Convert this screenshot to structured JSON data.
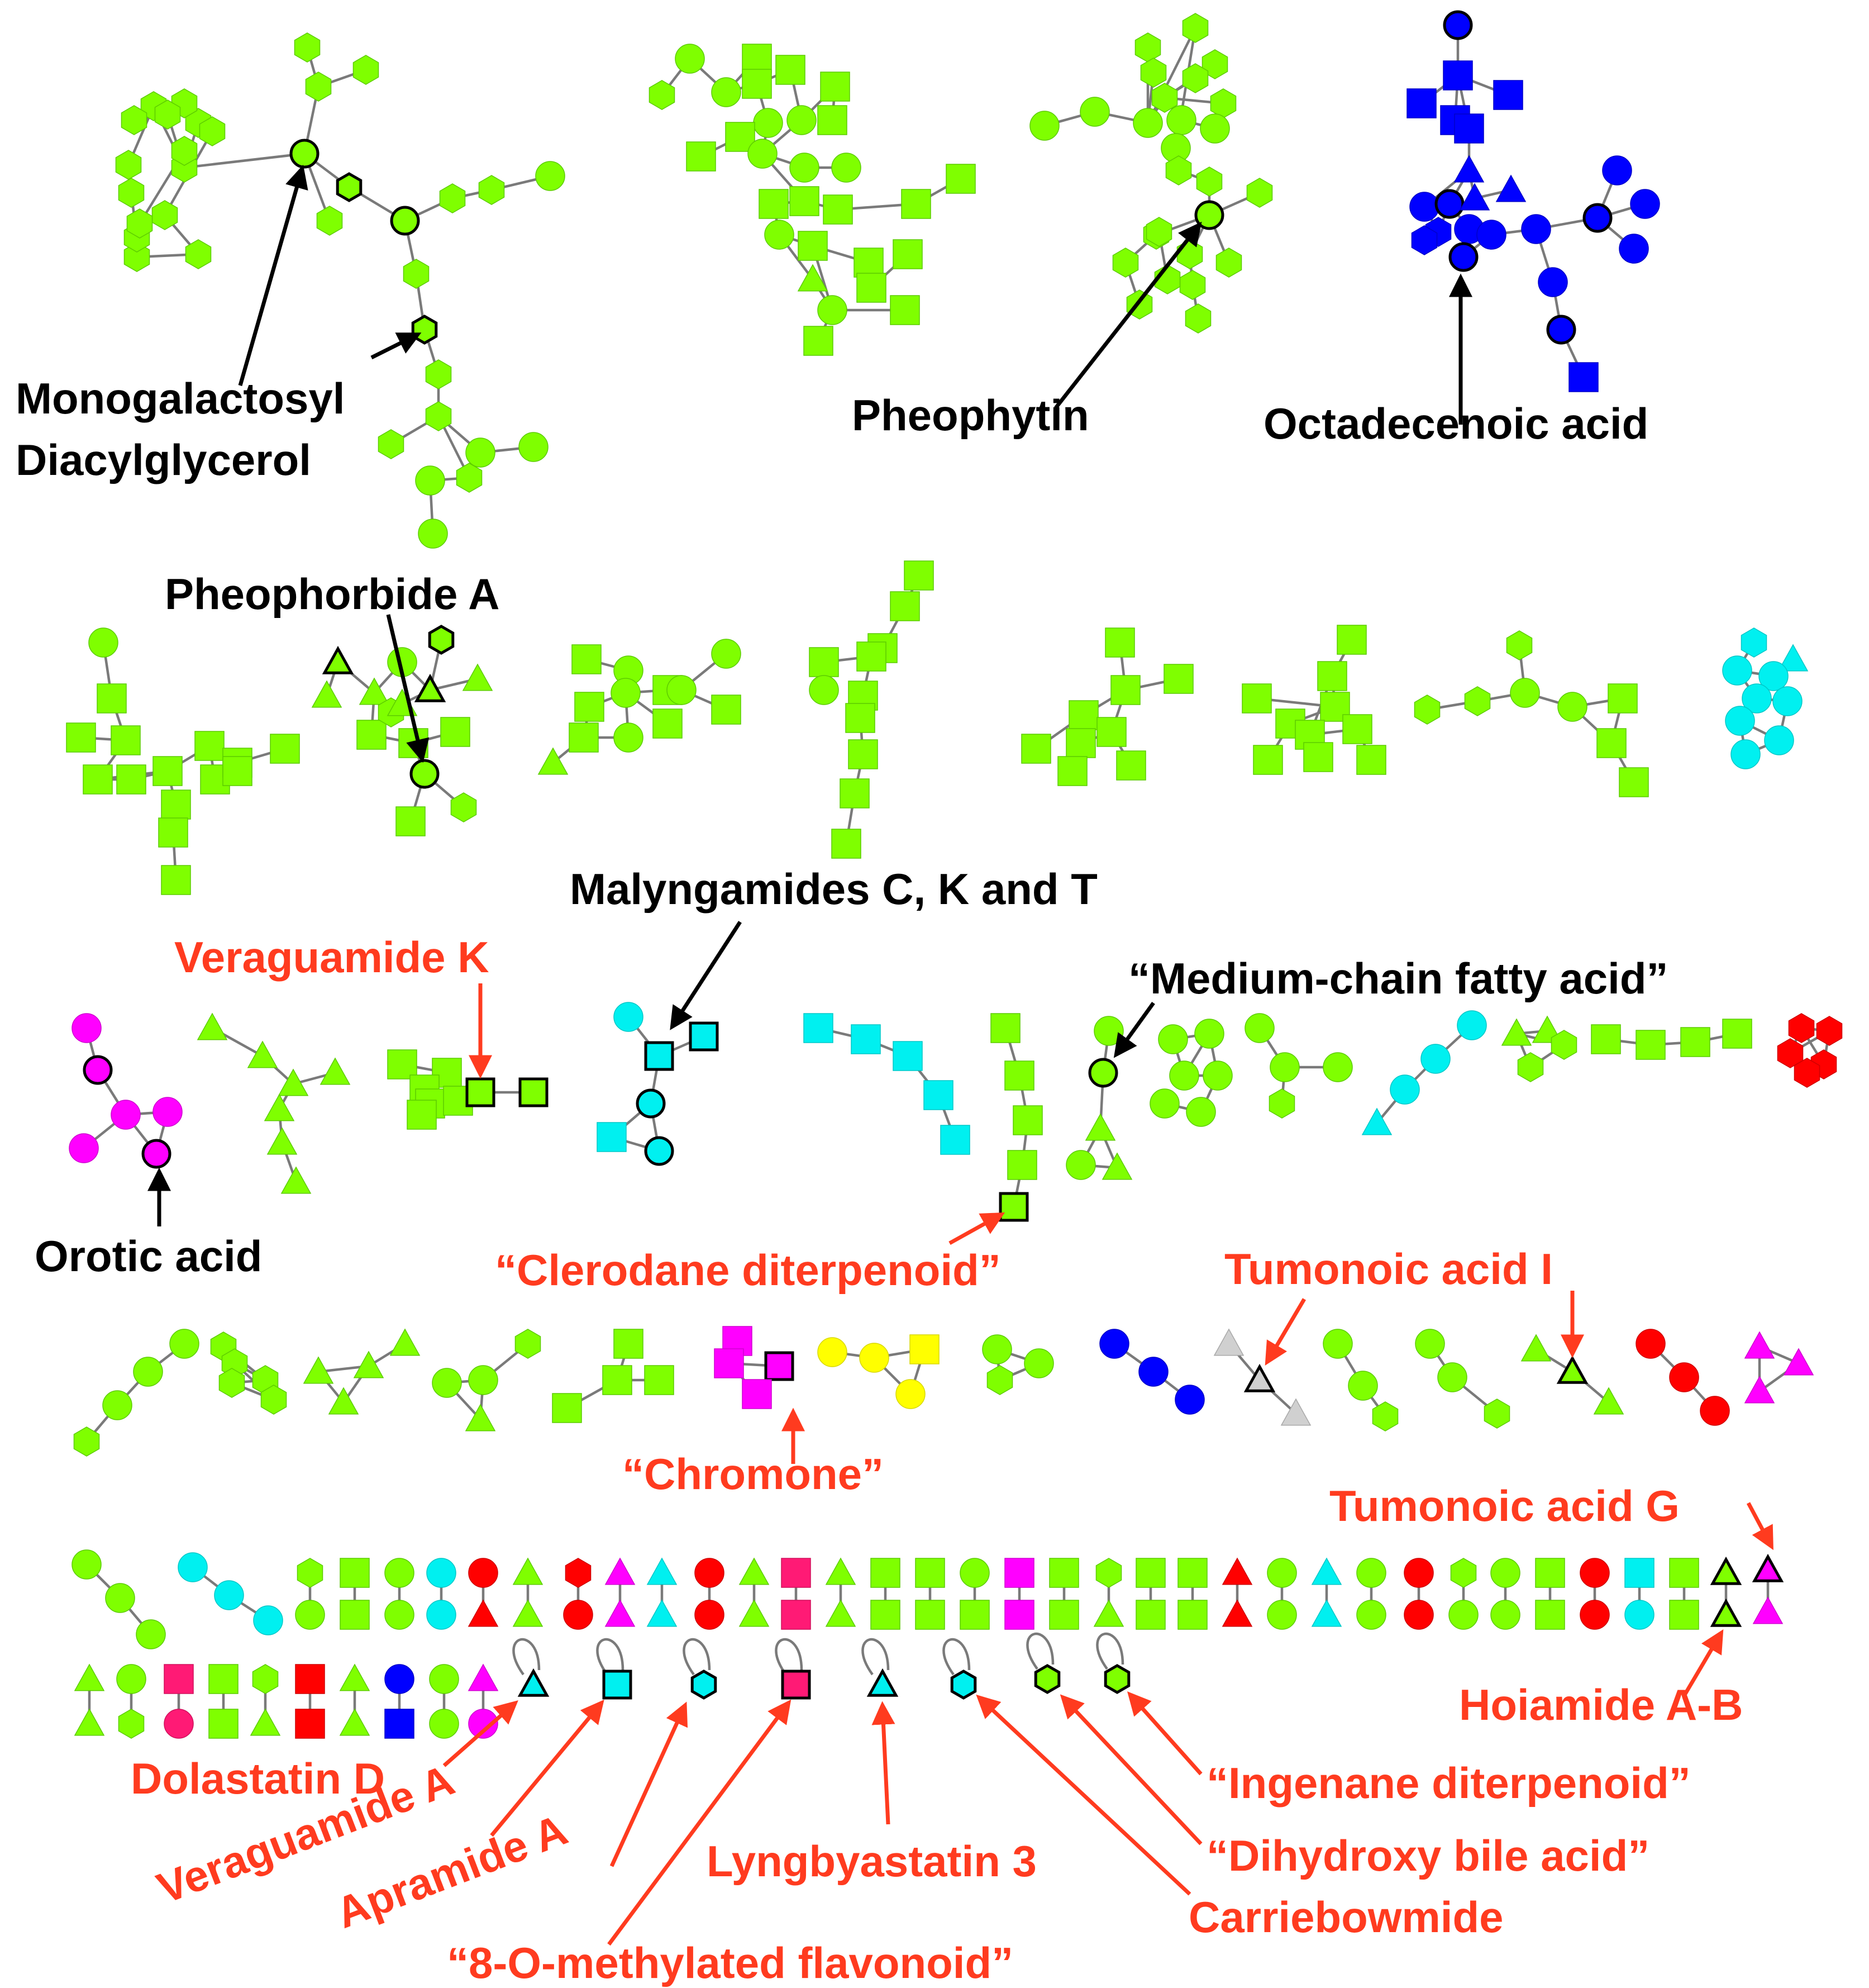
{
  "colors": {
    "green": "#7fff00",
    "cyan": "#00f0f0",
    "blue": "#0000ff",
    "magenta": "#ff00ff",
    "red": "#ff0000",
    "yellow": "#ffff00",
    "pink": "#ff1a75",
    "gray": "#d0d0d0",
    "edge": "#7a7a7a",
    "black_label": "#000000",
    "red_label": "#ff3b1f"
  },
  "labels": {
    "monogalactosyl": "Monogalactosyl",
    "diacylglycerol": "Diacylglycerol",
    "pheophytin": "Pheophytin",
    "octadecenoic": "Octadecenoic acid",
    "pheophorbide": "Pheophorbide A",
    "malyngamides": "Malyngamides C, K and T",
    "veraguamide_k": "Veraguamide K",
    "medium_chain": "“Medium-chain fatty acid”",
    "orotic": "Orotic acid",
    "clerodane": "“Clerodane diterpenoid”",
    "tumonoic_i": "Tumonoic acid I",
    "chromone": "“Chromone”",
    "tumonoic_g": "Tumonoic acid G",
    "hoiamide": "Hoiamide A-B",
    "dolastatin": "Dolastatin D",
    "veraguamide_a": "Veraguamide A",
    "apramide": "Apramide A",
    "lyngbyastatin": "Lyngbyastatin 3",
    "methylated_flavonoid": "“8-O-methylated flavonoid”",
    "carriebowmide": "Carriebowmide",
    "ingenane": "“Ingenane diterpenoid”",
    "bile_acid": "“Dihydroxy bile acid”"
  },
  "network_legend": {
    "node_shapes": [
      "circle",
      "square",
      "triangle",
      "hexagon"
    ],
    "highlighted_nodes_outlined": true
  }
}
